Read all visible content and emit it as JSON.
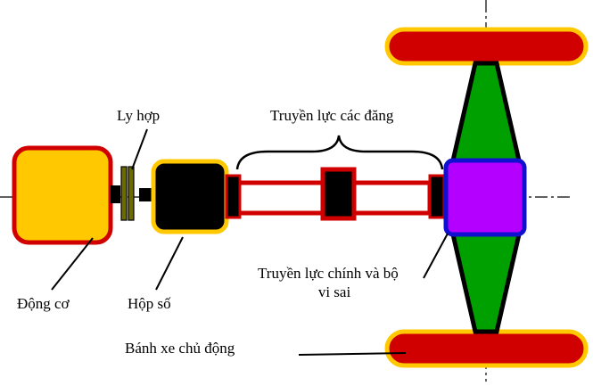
{
  "labels": {
    "ly_hop": "Ly hợp",
    "truyen_luc_cac_dang": "Truyền lực các đăng",
    "dong_co": "Động cơ",
    "hop_so": "Hộp số",
    "truyen_luc_chinh_line1": "Truyền lực chính và bộ",
    "truyen_luc_chinh_line2": "vi sai",
    "banh_xe_chu_dong": "Bánh xe chủ động"
  },
  "colors": {
    "engine_fill": "#FFC800",
    "engine_border": "#D00000",
    "gearbox_fill": "#000000",
    "gearbox_border": "#FFC800",
    "shaft_fill": "#FFFFFF",
    "shaft_border": "#D00000",
    "differential_fill": "#B400FF",
    "differential_border": "#1010D0",
    "axle_fill": "#00A000",
    "wheel_fill": "#D00000",
    "wheel_border": "#FFC800",
    "clutch_fill": "#6B6B00"
  }
}
